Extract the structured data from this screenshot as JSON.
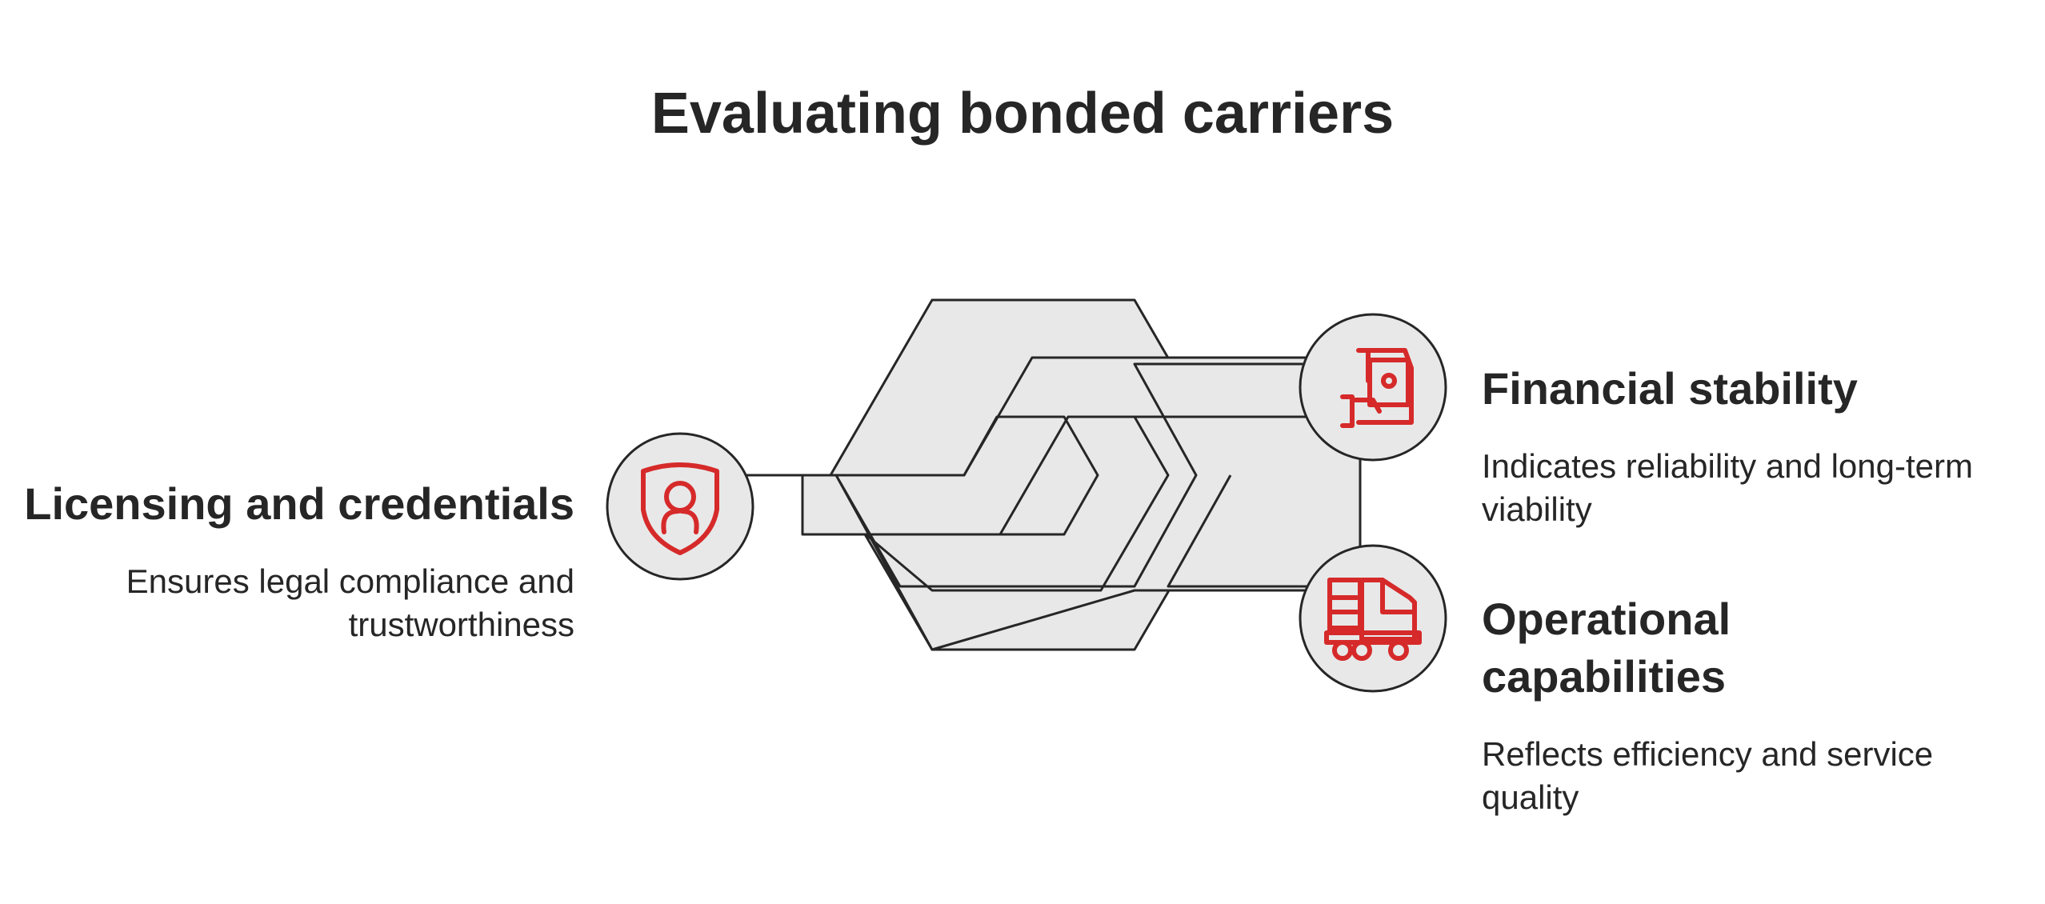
{
  "title": "Evaluating bonded carriers",
  "items": [
    {
      "heading": "Licensing and credentials",
      "description": "Ensures legal compliance and trustworthiness",
      "icon": "shield-person-icon"
    },
    {
      "heading": "Financial stability",
      "description": "Indicates reliability and long-term viability",
      "icon": "hand-money-icon"
    },
    {
      "heading": "Operational capabilities",
      "description": "Reflects efficiency and service quality",
      "icon": "truck-icon"
    }
  ],
  "colors": {
    "accent": "#d62a2a",
    "shape_fill": "#e8e8e8",
    "outline": "#262626",
    "text": "#262626"
  }
}
